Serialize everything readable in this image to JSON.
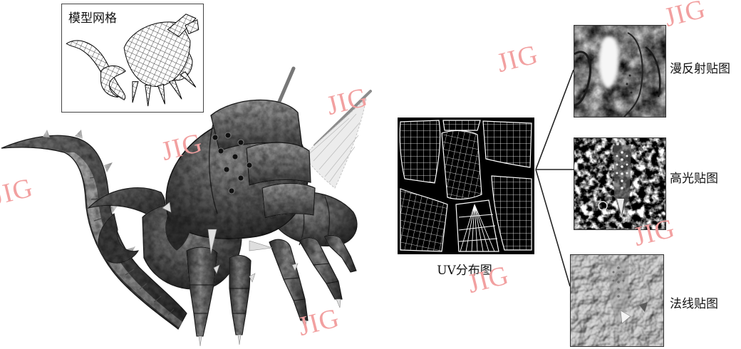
{
  "figure": {
    "mesh_inset": {
      "label": "模型网格"
    },
    "uv_layout": {
      "label": "UV分布图"
    },
    "texture_maps": [
      {
        "label": "漫反射贴图"
      },
      {
        "label": "高光贴图"
      },
      {
        "label": "法线贴图"
      }
    ],
    "watermark": "JIG"
  },
  "colors": {
    "background": "#ffffff",
    "watermark": "#f2a0a0",
    "uv_background": "#000000",
    "uv_lines": "#ffffff",
    "connector_lines": "#222222"
  }
}
